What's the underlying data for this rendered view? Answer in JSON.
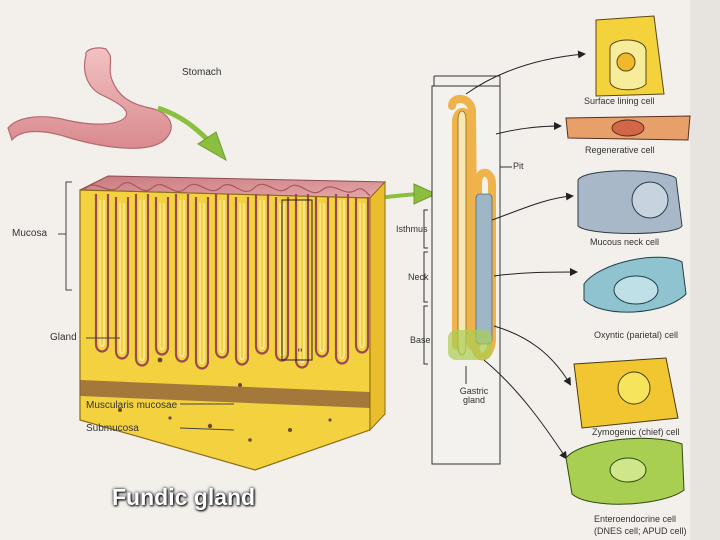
{
  "labels": {
    "stomach": "Stomach",
    "mucosa": "Mucosa",
    "gland": "Gland",
    "muscularis_mucosae": "Muscularis mucosae",
    "submucosa": "Submucosa",
    "pit": "Pit",
    "isthmus": "Isthmus",
    "neck": "Neck",
    "base": "Base",
    "gastric_gland": "Gastric gland"
  },
  "cells": [
    {
      "label": "Surface lining cell",
      "color": "#f3d23c"
    },
    {
      "label": "Regenerative cell",
      "color": "#e8a06a"
    },
    {
      "label": "Mucous neck cell",
      "color": "#a9b8c8"
    },
    {
      "label": "Oxyntic (parietal) cell",
      "color": "#8fc3cf"
    },
    {
      "label": "Zymogenic (chief) cell",
      "color": "#f2c631"
    },
    {
      "label": "Enteroendocrine cell",
      "sublabel": "(DNES cell; APUD cell)",
      "color": "#a9cf52"
    }
  ],
  "caption": "Fundic gland",
  "colors": {
    "mucosa_pink": "#d98a8e",
    "tissue_yellow": "#f4d23f",
    "arrow_green": "#8cbf3f"
  }
}
